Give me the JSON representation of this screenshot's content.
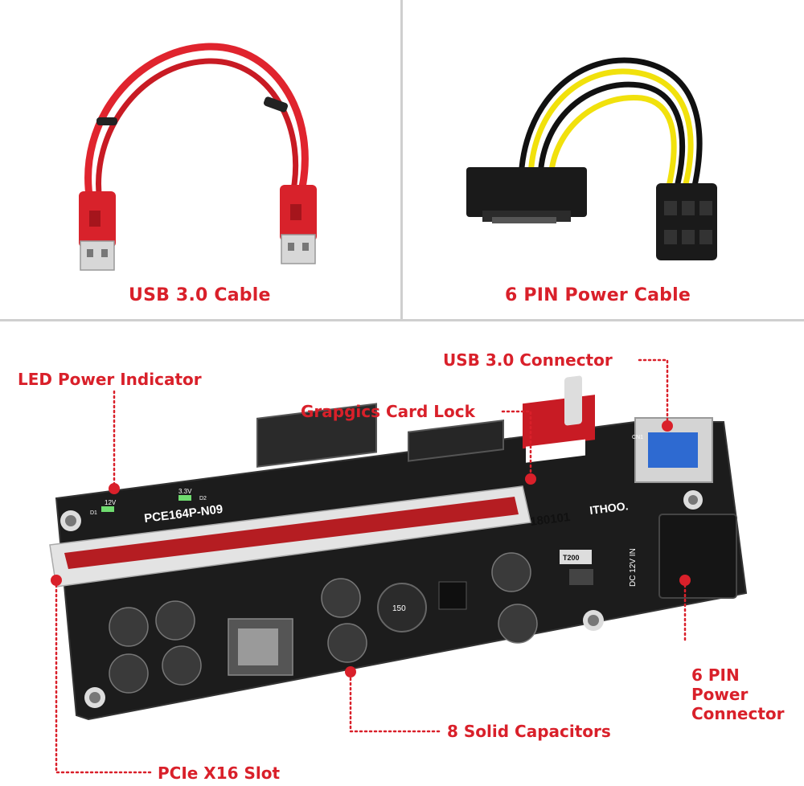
{
  "top_panels": [
    {
      "caption": "USB 3.0 Cable"
    },
    {
      "caption": "6 PIN Power Cable"
    }
  ],
  "callouts": {
    "usb_connector": "USB 3.0 Connector",
    "led_indicator": "LED Power Indicator",
    "card_lock": "Grapgics Card Lock",
    "pin_connector_line1": "6 PIN",
    "pin_connector_line2": "Power",
    "pin_connector_line3": "Connector",
    "capacitors": "8 Solid Capacitors",
    "pcie_slot": "PCIe X16 Slot"
  },
  "board_silkscreen": {
    "model": "PCE164P-N09",
    "serial": "180101",
    "brand": "ITHOO.",
    "led_12v": "12V",
    "led_33v": "3.3V",
    "d1": "D1",
    "d2": "D2",
    "cn1": "CN1",
    "dc_in": "DC 12V IN",
    "inductor": "150",
    "fuse": "T200"
  },
  "colors": {
    "accent": "#d9202a",
    "pcb": "#1c1c1c",
    "cable_red": "#e0242e"
  }
}
